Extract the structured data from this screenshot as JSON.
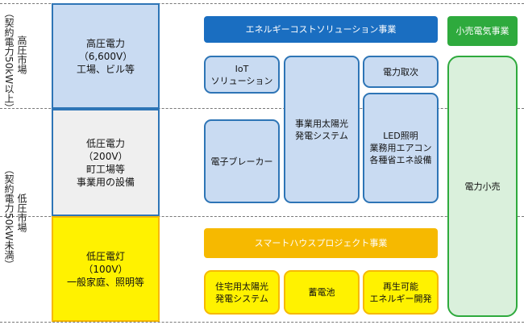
{
  "left_labels": {
    "high_market": "高圧市場",
    "high_contract": "（契約電力50kW以上）",
    "low_market": "低圧市場",
    "low_contract": "（契約電力50kW未満）"
  },
  "columns": {
    "high_voltage": "高圧電力\n（6,600V）\n工場、ビル等",
    "low_voltage": "低圧電力\n（200V）\n町工場等\n事業用の設備",
    "low_lighting": "低圧電灯\n（100V）\n一般家庭、照明等"
  },
  "energy_cost_solutions": {
    "banner": "エネルギーコストソリューション事業",
    "iot": "IoT\nソリューション",
    "solar_business": "事業用太陽光\n発電システム",
    "power_trading": "電力取次",
    "breaker": "電子ブレーカー",
    "led": "LED照明\n業務用エアコン\n各種省エネ設備"
  },
  "smart_house": {
    "banner": "スマートハウスプロジェクト事業",
    "residential_solar": "住宅用太陽光\n発電システム",
    "battery": "蓄電池",
    "renewable": "再生可能\nエネルギー開発"
  },
  "retail": {
    "banner": "小売電気事業",
    "main": "電力小売"
  },
  "colors": {
    "blue": "#1a6ec1",
    "light_blue_fill": "#c9dbf2",
    "orange": "#f6b900",
    "yellow": "#fff200",
    "green": "#2eaa3d",
    "light_green_fill": "#daf0dc"
  }
}
